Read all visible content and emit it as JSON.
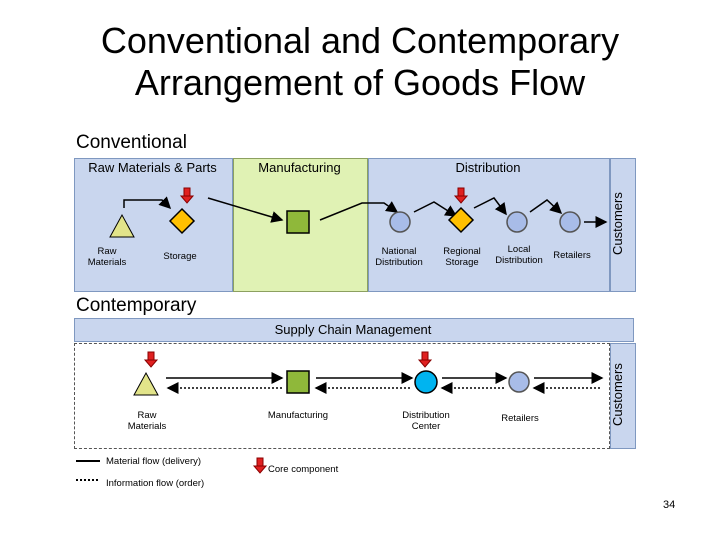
{
  "title_line1": "Conventional and Contemporary",
  "title_line2": "Arrangement of Goods Flow",
  "conventional": {
    "label": "Conventional",
    "headers": {
      "raw_parts": "Raw Materials & Parts",
      "manufacturing": "Manufacturing",
      "distribution": "Distribution"
    },
    "customers": "Customers",
    "nodes": {
      "raw_materials": "Raw Materials",
      "storage": "Storage",
      "national": "National Distribution",
      "regional": "Regional Storage",
      "local": "Local Distribution",
      "retailers": "Retailers"
    }
  },
  "contemporary": {
    "label": "Contemporary",
    "scm": "Supply Chain  Management",
    "customers": "Customers",
    "nodes": {
      "raw_materials": "Raw Materials",
      "manufacturing": "Manufacturing",
      "distribution_center": "Distribution Center",
      "retailers": "Retailers"
    }
  },
  "legend": {
    "material_flow": "Material flow (delivery)",
    "information_flow": "Information flow (order)",
    "core_component": "Core component"
  },
  "page_number": "34",
  "colors": {
    "header_blue": "#c9d6ee",
    "manufacturing_green": "#e0f2b4",
    "node_circle": "#a8bce8",
    "core_circle": "#00b4f0",
    "triangle": "#e2e48a",
    "diamond": "#ffc000",
    "square": "#8fb83a",
    "red_marker": "#e02020"
  }
}
